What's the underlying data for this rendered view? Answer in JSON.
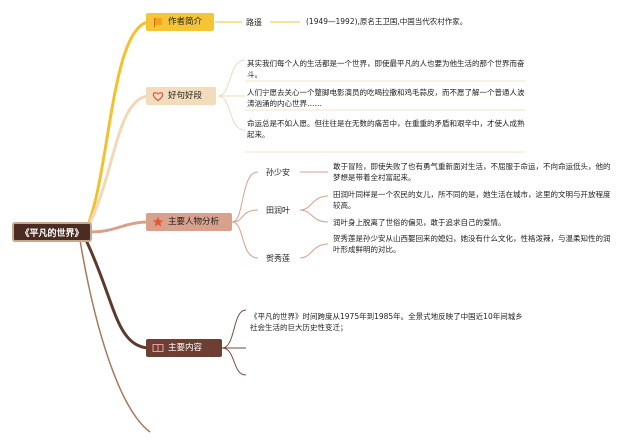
{
  "root": {
    "label": "《平凡的世界》"
  },
  "branches": {
    "author": {
      "label": "作者简介",
      "name_label": "路遥",
      "desc": "(1949—1992),原名王卫国,中国当代农村作家。",
      "color": "#f2c12e"
    },
    "quotes": {
      "label": "好句好段",
      "icon": "heart-icon",
      "color": "#f1d9b8",
      "items": [
        "其实我们每个人的生活都是一个世界，即使最平凡的人也要为他生活的那个世界而奋斗。",
        "人们宁愿去关心一个蹩脚电影演员的吃喝拉撒和鸡毛蒜皮，而不愿了解一个普通人波涛汹涌的内心世界……",
        "命运总是不如人愿。但往往是在无数的痛苦中，在重重的矛盾和艰辛中，才使人成熟起来。"
      ]
    },
    "characters": {
      "label": "主要人物分析",
      "icon": "star-icon",
      "color": "#d9a08b",
      "people": [
        {
          "name": "孙少安",
          "desc": [
            "敢于冒险，即使失败了也有勇气重新面对生活，不屈服于命运，不向命运低头，他的梦想是带着全村富起来。"
          ]
        },
        {
          "name": "田润叶",
          "desc": [
            "田润叶同样是一个农民的女儿，所不同的是，她生活在城市，这里的文明与开放程度较高。",
            "润叶身上脱离了世俗的偏见，敢于追求自己的爱情。"
          ]
        },
        {
          "name": "贺秀莲",
          "desc": [
            "贺秀莲是孙少安从山西娶回来的媳妇，她没有什么文化，性格泼辣，与温柔知性的润叶形成鲜明的对比。"
          ]
        }
      ]
    },
    "content": {
      "label": "主要内容",
      "icon": "book-icon",
      "color": "#7a4a3c",
      "text": "《平凡的世界》时间跨度从1975年到1985年。全景式地反映了中国近10年间城乡社会生活的巨大历史性变迁；"
    }
  }
}
